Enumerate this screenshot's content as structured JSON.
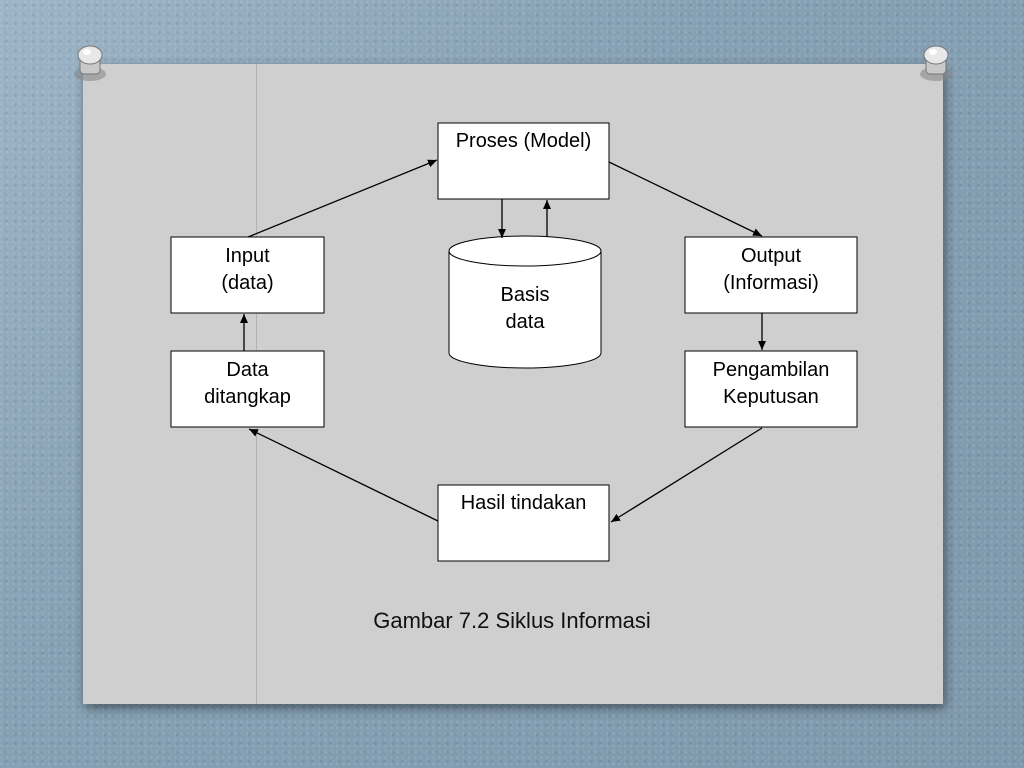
{
  "diagram": {
    "nodes": {
      "proses": "Proses (Model)",
      "input_line1": "Input",
      "input_line2": "(data)",
      "basis_line1": "Basis",
      "basis_line2": "data",
      "output_line1": "Output",
      "output_line2": "(Informasi)",
      "data_line1": "Data",
      "data_line2": "ditangkap",
      "pengambilan_line1": "Pengambilan",
      "pengambilan_line2": "Keputusan",
      "hasil": "Hasil tindakan"
    },
    "caption": "Gambar 7.2 Siklus Informasi"
  },
  "colors": {
    "slide": "#cfcfcf",
    "background": "#8fa8bb",
    "box_fill": "#ffffff",
    "stroke": "#000000"
  }
}
